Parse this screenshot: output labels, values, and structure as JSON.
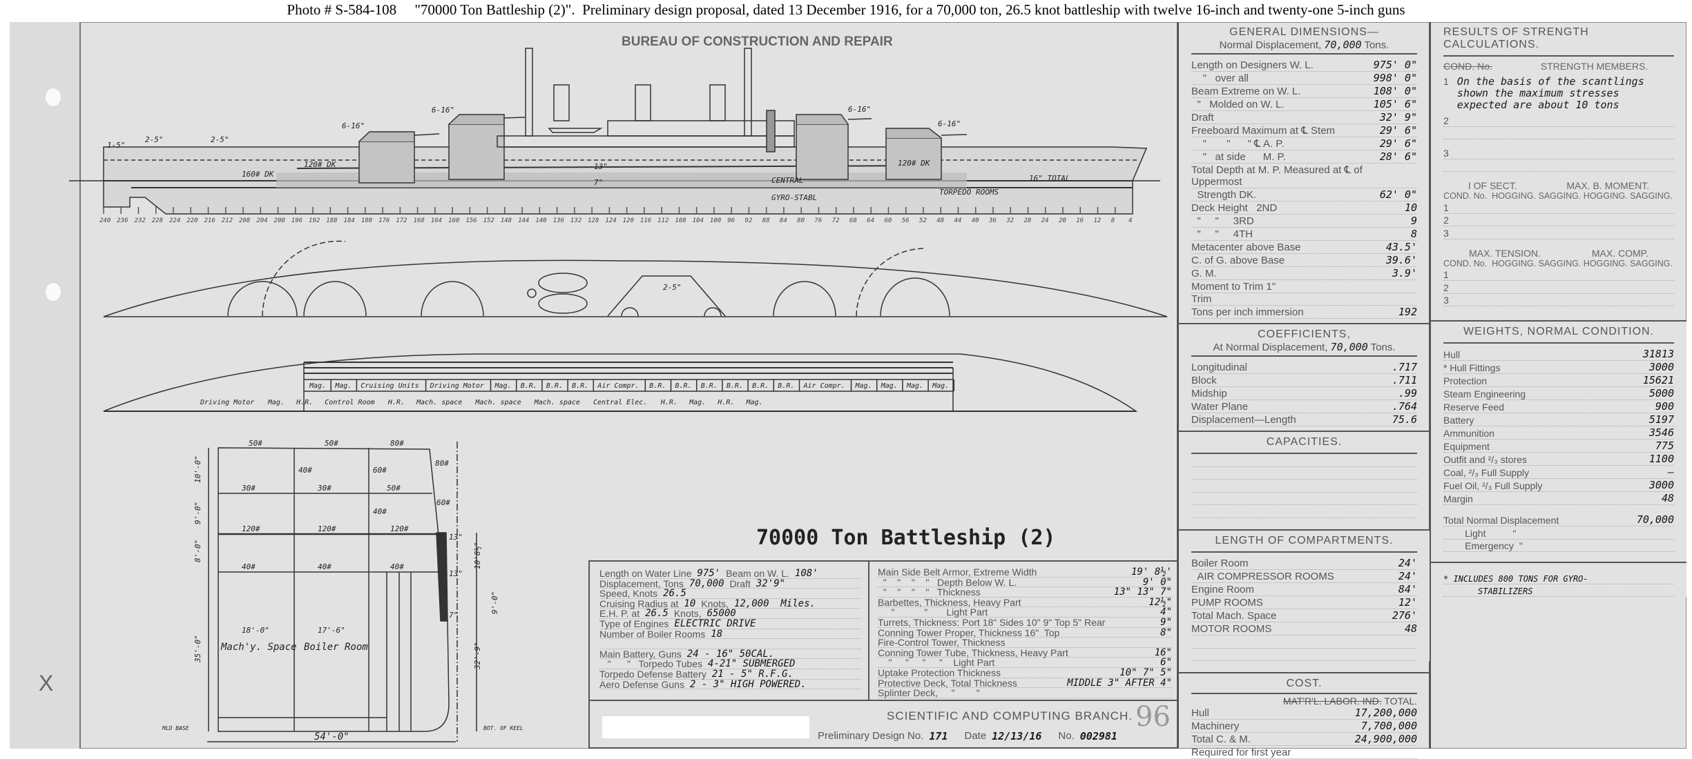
{
  "caption": "Photo # S-584-108     \"70000 Ton Battleship (2)\".  Preliminary design proposal, dated 13 December 1916, for a 70,000 ton, 26.5 knot battleship with twelve 16-inch and twenty-one 5-inch guns",
  "bureau_title": "BUREAU OF CONSTRUCTION AND REPAIR",
  "drawing_title": "70000 Ton Battleship (2)",
  "margin_mark": "X",
  "profile": {
    "frame_numbers": [
      "240",
      "236",
      "232",
      "228",
      "224",
      "220",
      "216",
      "212",
      "208",
      "204",
      "200",
      "196",
      "192",
      "188",
      "184",
      "180",
      "176",
      "172",
      "168",
      "164",
      "160",
      "156",
      "152",
      "148",
      "144",
      "140",
      "136",
      "132",
      "128",
      "124",
      "120",
      "116",
      "112",
      "108",
      "104",
      "100",
      "96",
      "92",
      "88",
      "84",
      "80",
      "76",
      "72",
      "68",
      "64",
      "60",
      "56",
      "52",
      "48",
      "44",
      "40",
      "36",
      "32",
      "28",
      "24",
      "20",
      "16",
      "12",
      "8",
      "4"
    ],
    "labels": {
      "gun_a": "6-16\"",
      "gun_b": "6-16\"",
      "gun_c": "6-16\"",
      "gun_d": "6-16\"",
      "sec_a": "2-5\"",
      "sec_b": "2-5\"",
      "sec_c": "1-5\"",
      "deck_a": "120# DK",
      "deck_b": "120# DK",
      "deck_c": "160# DK",
      "central": "CENTRAL",
      "gyro": "GYRO-STABL",
      "torpedo": "TORPEDO ROOMS",
      "total": "16\" TOTAL",
      "belt": "13\"",
      "belt2": "7\""
    }
  },
  "hold": {
    "labels": [
      "Mag.",
      "Mag.",
      "Cruising Units",
      "Driving Motor",
      "Mag.",
      "B.R.",
      "B.R.",
      "B.R.",
      "Air Compr.",
      "B.R.",
      "B.R.",
      "B.R.",
      "B.R.",
      "B.R.",
      "B.R.",
      "Air Compr.",
      "Mag.",
      "Mag.",
      "Mag.",
      "Mag."
    ],
    "lower": [
      "Driving Motor",
      "Mag.",
      "H.R.",
      "Control Room",
      "H.R.",
      "Mach. space",
      "Mach. space",
      "Mach. space",
      "Central Elec.",
      "H.R.",
      "Mag.",
      "H.R.",
      "Mag."
    ]
  },
  "plan": {
    "label_25": "2-5\""
  },
  "midship": {
    "decks": [
      "50#",
      "50#",
      "80#",
      "30#",
      "30#",
      "50#",
      "120#",
      "120#",
      "120#",
      "40#",
      "40#",
      "40#"
    ],
    "side": [
      "80#",
      "60#"
    ],
    "verts": [
      "40#",
      "60#",
      "40#"
    ],
    "dims_left": [
      "10'-0\"",
      "9'-0\"",
      "8'-0\"",
      "35'-0\""
    ],
    "w1": "18'-0\"",
    "w2": "17'-6\"",
    "width": "54'-0\"",
    "draft": "32'-9\"",
    "belt_h": "10'8½\"",
    "belt_d": "9'-0\"",
    "armor_top": "13\"",
    "armor_mid": "13\"",
    "armor_bot": "7\"",
    "space1": "Mach'y. Space",
    "space2": "Boiler Room",
    "keel": "BOT. OF KEEL",
    "base": "MLD BASE"
  },
  "general": {
    "title": "GENERAL DIMENSIONS—",
    "sub_label": "Normal Displacement,",
    "sub_value": "70,000",
    "sub_unit": "Tons.",
    "rows": [
      [
        "Length on Designers W. L.",
        "975' 0\""
      ],
      [
        "    \"   over all",
        "998' 0\""
      ],
      [
        "Beam Extreme on W. L.",
        "108' 0\""
      ],
      [
        "  \"   Molded on W. L.",
        "105' 6\""
      ],
      [
        "Draft",
        "32' 9\""
      ],
      [
        "Freeboard Maximum at ℄ Stem",
        "29' 6\""
      ],
      [
        "    \"       \"      \" ℄ A. P.",
        "29' 6\""
      ],
      [
        "    \"   at side      M. P.",
        "28' 6\""
      ],
      [
        "Total Depth at M. P. Measured at ℄ of Uppermost",
        ""
      ],
      [
        "  Strength DK.",
        "62' 0\""
      ],
      [
        "Deck Height   2ND",
        "10"
      ],
      [
        "  \"     \"     3RD",
        "9"
      ],
      [
        "  \"     \"     4TH",
        "8"
      ],
      [
        "Metacenter above Base",
        "43.5'"
      ],
      [
        "C. of G. above Base",
        "39.6'"
      ],
      [
        "G. M.",
        "3.9'"
      ],
      [
        "Moment to Trim 1\"",
        ""
      ],
      [
        "Trim",
        ""
      ],
      [
        "Tons per inch immersion",
        "192"
      ]
    ]
  },
  "coefficients": {
    "title": "COEFFICIENTS,",
    "sub_label": "At Normal Displacement,",
    "sub_value": "70,000",
    "sub_unit": "Tons.",
    "rows": [
      [
        "Longitudinal",
        ".717"
      ],
      [
        "Block",
        ".711"
      ],
      [
        "Midship",
        ".99"
      ],
      [
        "Water Plane",
        ".764"
      ],
      [
        "Displacement—Length",
        "75.6"
      ]
    ]
  },
  "capacities": {
    "title": "CAPACITIES."
  },
  "compartments": {
    "title": "LENGTH OF COMPARTMENTS.",
    "rows": [
      [
        "Boiler Room",
        "24'"
      ],
      [
        "  AIR COMPRESSOR ROOMS",
        "24'"
      ],
      [
        "Engine Room",
        "84'"
      ],
      [
        "PUMP ROOMS",
        "12'"
      ],
      [
        "Total Mach. Space",
        "276'"
      ],
      [
        "MOTOR ROOMS",
        "48"
      ]
    ]
  },
  "cost": {
    "title": "COST.",
    "struck": "MAT'R'L. LABOR. IND.",
    "total_hdr": "TOTAL.",
    "rows": [
      [
        "Hull",
        "17,200,000"
      ],
      [
        "Machinery",
        "7,700,000"
      ],
      [
        "Total C. & M.",
        "24,900,000"
      ],
      [
        "Required for first year",
        ""
      ]
    ]
  },
  "strength": {
    "title": "RESULTS OF STRENGTH CALCULATIONS.",
    "cond_struck": "COND. No.",
    "members": "STRENGTH MEMBERS.",
    "note_num": "1",
    "note": [
      "On the basis of the scantlings",
      "shown the maximum stresses",
      "expected are about 10 tons"
    ],
    "n2": "2",
    "n3": "3",
    "isect": "I OF SECT.",
    "maxb": "MAX. B. MOMENT.",
    "hdr1": "COND. No.  HOGGING. SAGGING. HOGGING. SAGGING.",
    "maxt": "MAX. TENSION.",
    "maxc": "MAX. COMP.",
    "hdr2": "COND. No.  HOGGING. SAGGING. HOGGING. SAGGING.",
    "nums": [
      "1",
      "2",
      "3"
    ]
  },
  "weights": {
    "title": "WEIGHTS, NORMAL CONDITION.",
    "rows": [
      [
        "Hull",
        "31813"
      ],
      [
        "* Hull Fittings",
        "3000"
      ],
      [
        "Protection",
        "15621"
      ],
      [
        "Steam Engineering",
        "5000"
      ],
      [
        "Reserve Feed",
        "900"
      ],
      [
        "Battery",
        "5197"
      ],
      [
        "Ammunition",
        "3546"
      ],
      [
        "Equipment",
        "775"
      ],
      [
        "Outfit and ²/₃ stores",
        "1100"
      ],
      [
        "Coal, ²/₃ Full Supply",
        "—"
      ],
      [
        "Fuel Oil, ²/₃ Full Supply",
        "3000"
      ],
      [
        "Margin",
        "48"
      ]
    ],
    "total_rows": [
      [
        "Total Normal Displacement",
        "70,000"
      ],
      [
        "        Light          \"",
        ""
      ],
      [
        "        Emergency  \"",
        ""
      ]
    ],
    "footnote": [
      "* INCLUDES 800 TONS FOR GYRO-",
      "STABILIZERS"
    ]
  },
  "summary_left": {
    "rows": [
      [
        "Length on Water Line",
        "975'",
        "Beam on W. L.",
        "108'"
      ],
      [
        "Displacement, Tons",
        "70,000",
        "Draft",
        "32'9\""
      ],
      [
        "Speed, Knots",
        "26.5",
        "",
        ""
      ],
      [
        "Cruising Radius at",
        "10",
        "Knots,",
        "12,000  Miles."
      ],
      [
        "E.H. P. at",
        "26.5",
        "Knots,",
        "65000"
      ],
      [
        "Type of Engines",
        "ELECTRIC DRIVE",
        "",
        ""
      ],
      [
        "Number of Boiler Rooms",
        "18",
        "",
        ""
      ],
      [
        "",
        "",
        "",
        ""
      ],
      [
        "Main Battery, Guns",
        "24 - 16\" 50CAL.",
        "",
        ""
      ],
      [
        "   \"      \"   Torpedo Tubes",
        "4-21\" SUBMERGED",
        "",
        ""
      ],
      [
        "Torpedo Defense Battery",
        "21 - 5\" R.F.G.",
        "",
        ""
      ],
      [
        "Aero Defense Guns",
        "2 - 3\" HIGH POWERED.",
        "",
        ""
      ]
    ]
  },
  "summary_right": {
    "rows": [
      [
        "Main Side Belt Armor, Extreme Width",
        "19' 8½'"
      ],
      [
        "  \"    \"    \"    \"   Depth Below W. L.",
        "9' 0\""
      ],
      [
        "  \"    \"    \"    \"   Thickness",
        "13\" 13\" 7\""
      ],
      [
        "Barbettes, Thickness, Heavy Part",
        "12½\""
      ],
      [
        "     \"           \"       Light Part",
        "4\""
      ],
      [
        "Turrets, Thickness: Port 18\" Sides 10\" 9\" Top 5\" Rear",
        "9\""
      ],
      [
        "Conning Tower Proper, Thickness 16\"  Top",
        "8\""
      ],
      [
        "Fire-Control Tower, Thickness",
        ""
      ],
      [
        "Conning Tower Tube, Thickness, Heavy Part",
        "16\""
      ],
      [
        "    \"     \"     \"     \"    Light Part",
        "6\""
      ],
      [
        "Uptake Protection Thickness",
        "10\" 7\" 5\""
      ],
      [
        "Protective Deck, Total Thickness",
        "MIDDLE 3\" AFTER 4\""
      ],
      [
        "Splinter Deck,     \"        \"",
        ""
      ]
    ]
  },
  "footer": {
    "branch": "SCIENTIFIC AND COMPUTING BRANCH.",
    "design_label": "Preliminary Design No.",
    "design_no": "171",
    "date_label": "Date",
    "date": "12/13/16",
    "no_label": "No.",
    "no": "002981",
    "pencil": "96"
  }
}
